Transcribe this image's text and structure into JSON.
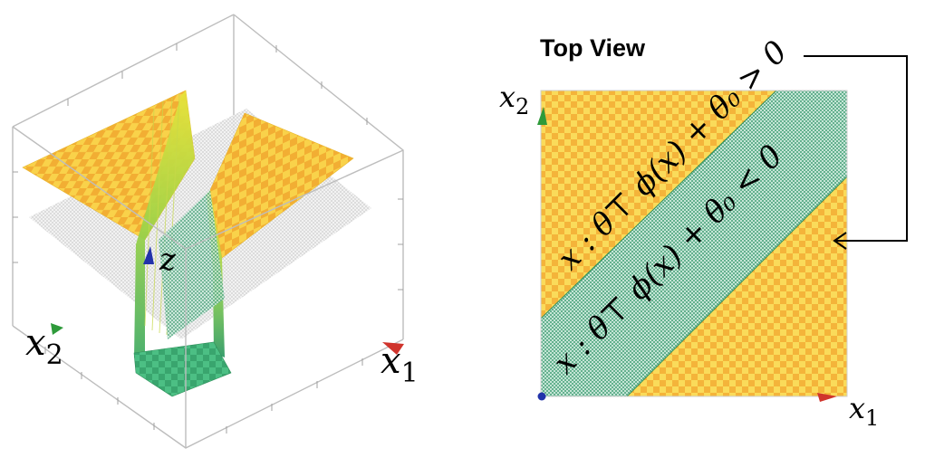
{
  "surface_plot": {
    "axis_x1": "x",
    "axis_x1_sub": "1",
    "axis_x2": "x",
    "axis_x2_sub": "2",
    "axis_z": "z"
  },
  "top_view": {
    "title": "Top View",
    "axis_x1": "x",
    "axis_x1_sub": "1",
    "axis_x2": "x",
    "axis_x2_sub": "2",
    "region_positive": "x : θ⊤ ϕ(x) + θ₀ > 0",
    "region_negative": "x : θ⊤ ϕ(x) + θ₀ < 0"
  },
  "colors": {
    "yellow": "#f7c325",
    "yellow_light": "#fadb63",
    "orange_check": "#f2a33a",
    "teal": "#3ca87e",
    "teal_light": "#c9eadc",
    "green_dark": "#2b8a50",
    "frame": "#b8b8b8",
    "arrow_red": "#d0342c",
    "arrow_green": "#2e9a3a",
    "arrow_blue": "#2233aa"
  }
}
